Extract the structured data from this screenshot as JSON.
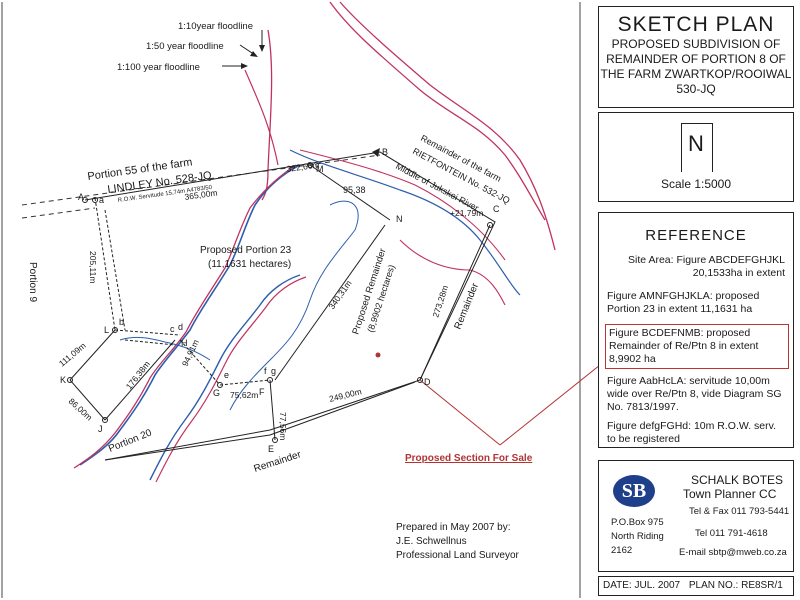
{
  "title_block": {
    "title": "SKETCH PLAN",
    "subtitle_lines": [
      "PROPOSED SUBDIVISION OF",
      "REMAINDER OF PORTION 8 OF",
      "THE FARM ZWARTKOP/ROOIWAL",
      "530-JQ"
    ]
  },
  "north": {
    "letter": "N",
    "scale": "Scale 1:5000"
  },
  "reference": {
    "heading": "REFERENCE",
    "site_area": "Site Area: Figure ABCDEFGHJKL 20,1533ha in extent",
    "portion23": "Figure AMNFGHJKLA: proposed Portion 23 in extent 11,1631 ha",
    "remainder": "Figure BCDEFNMB: proposed Remainder of Re/Ptn 8 in extent 8,9902 ha",
    "servitude": "Figure AabHcLA: servitude 10,00m wide over Re/Ptn 8, vide Diagram SG No. 7813/1997.",
    "row": "Figure defgFGHd: 10m R.O.W. serv. to be registered"
  },
  "company": {
    "logo_letters": "SB",
    "name_line1": "SCHALK BOTES",
    "name_line2": "Town Planner CC",
    "address": [
      "P.O.Box 975",
      "North Riding",
      "2162"
    ],
    "tel_fax": "Tel & Fax 011 793-5441",
    "tel": "Tel 011 791-4618",
    "email": "E-mail sbtp@mweb.co.za"
  },
  "footer": {
    "date": "DATE: JUL. 2007",
    "plan_no": "PLAN NO.: RE8SR/1"
  },
  "map": {
    "floodlines": [
      "1:10year floodline",
      "1:50 year floodline",
      "1:100 year floodline"
    ],
    "portion55_line1": "Portion 55 of the farm",
    "portion55_line2": "LINDLEY No. 528-JQ",
    "row_servitude": "R.O.W. Servitude 15,74m  A4783/50",
    "rietfontein_line1": "Remainder of the farm",
    "rietfontein_line2": "RIETFONTEIN No. 532-JQ",
    "river": "Middle of Jukskei River",
    "portion9": "Portion 9",
    "portion20": "Portion 20",
    "remainder_right": "Remainder",
    "remainder_bottom": "Remainder",
    "prop_portion23_line1": "Proposed Portion 23",
    "prop_portion23_line2": "(11,1631 hectares)",
    "prop_remainder_line1": "Proposed Remainder",
    "prop_remainder_line2": "(8,9902 hectares)",
    "for_sale": "Proposed Section For Sale",
    "prepared_line1": "Prepared in May 2007 by:",
    "prepared_line2": "J.E. Schwellnus",
    "prepared_line3": "Professional Land Surveyor",
    "dimensions": {
      "d_365": "365,00m",
      "d_322": "322,66m",
      "d_9538": "95,38",
      "d_2179": "+21,79m",
      "d_205": "205,11m",
      "d_111": "111,09m",
      "d_176": "176,38m",
      "d_86": "86,00m",
      "d_9491": "94,91m",
      "d_75": "75,62m",
      "d_77": "77,56m",
      "d_249": "249,00m",
      "d_273": "273,28m",
      "d_340": "340,31m"
    },
    "points": {
      "A": "A",
      "a": "a",
      "B": "B",
      "C": "C",
      "D": "D",
      "E": "E",
      "F": "F",
      "G": "G",
      "H": "H",
      "J": "J",
      "K": "K",
      "L": "L",
      "b": "b",
      "c": "c",
      "d": "d",
      "e": "e",
      "f": "f",
      "g": "g",
      "M": "M",
      "N": "N"
    }
  },
  "colors": {
    "river_pink": "#c0335e",
    "river_blue": "#2d5fae",
    "highlight_red": "#b33333"
  }
}
